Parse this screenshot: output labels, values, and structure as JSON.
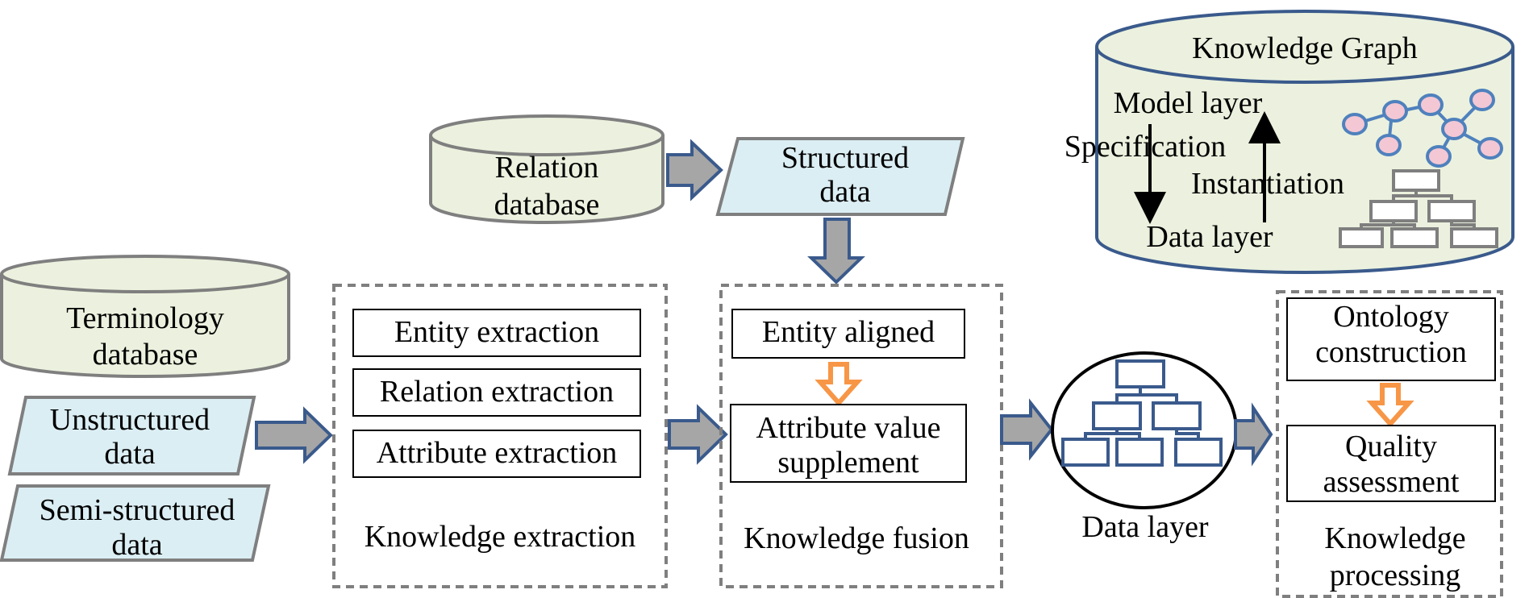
{
  "sources": {
    "terminology_db": [
      "Terminology",
      "database"
    ],
    "relation_db": [
      "Relation",
      "database"
    ],
    "unstructured": [
      "Unstructured",
      "data"
    ],
    "semi_structured": [
      "Semi-structured",
      "data"
    ],
    "structured": [
      "Structured",
      "data"
    ]
  },
  "extraction": {
    "items": [
      "Entity extraction",
      "Relation extraction",
      "Attribute extraction"
    ],
    "title": "Knowledge extraction"
  },
  "fusion": {
    "entity": "Entity aligned",
    "attribute": [
      "Attribute value",
      "supplement"
    ],
    "title": "Knowledge fusion"
  },
  "data_layer_label": "Data layer",
  "processing": {
    "ontology": [
      "Ontology",
      "construction"
    ],
    "quality": [
      "Quality",
      "assessment"
    ],
    "title": [
      "Knowledge",
      "processing"
    ]
  },
  "knowledge_graph": {
    "title": "Knowledge Graph",
    "model_layer": "Model layer",
    "specification": "Specification",
    "instantiation": "Instantiation",
    "data_layer": "Data layer"
  },
  "colors": {
    "cylinder_fill": "#ebf1de",
    "parallelogram_fill": "#dbeef4",
    "gray_stroke": "#7f7f7f",
    "blue_stroke": "#3a5a8c",
    "arrow_gray": "#a6a6a6",
    "orange": "#f79646",
    "node_pink": "#f4c7d4"
  }
}
